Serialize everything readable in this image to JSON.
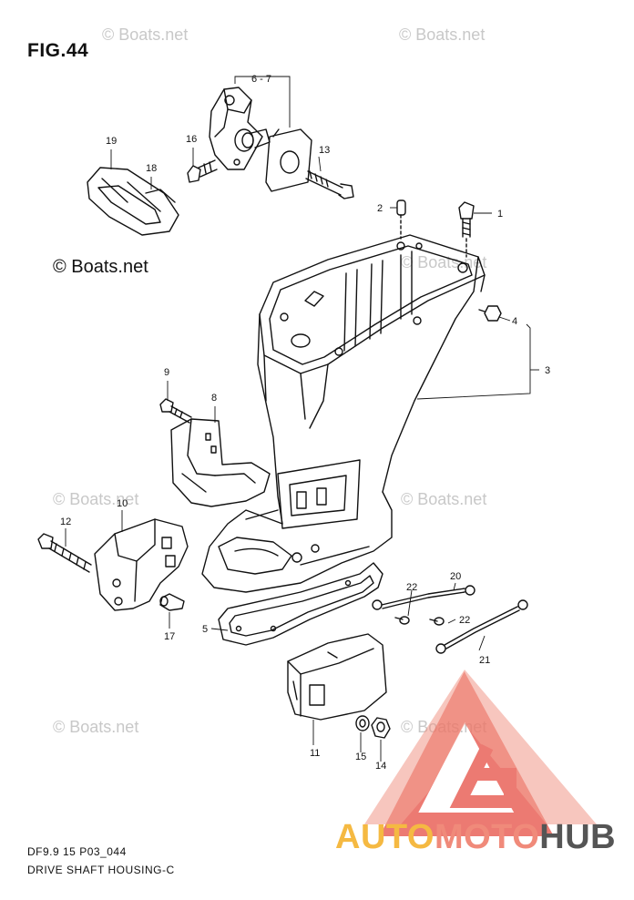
{
  "figure": {
    "title": "FIG.44",
    "code": "DF9.9 15 P03_044",
    "caption": "DRIVE SHAFT HOUSING-C"
  },
  "watermark": {
    "main": "© Boats.net",
    "faint": "© Boats.net"
  },
  "brand": {
    "part1": "AUTO",
    "part2": "MOTO",
    "part3": "HUB",
    "colors": {
      "auto": "#f5b942",
      "moto": "#f08a7a",
      "hub": "#555555",
      "logo_red": "#e85a4f"
    }
  },
  "callouts": [
    "1",
    "2",
    "3",
    "4",
    "5",
    "6 - 7",
    "8",
    "9",
    "10",
    "11",
    "12",
    "13",
    "14",
    "15",
    "16",
    "17",
    "18",
    "19",
    "20",
    "21",
    "22",
    "22"
  ]
}
